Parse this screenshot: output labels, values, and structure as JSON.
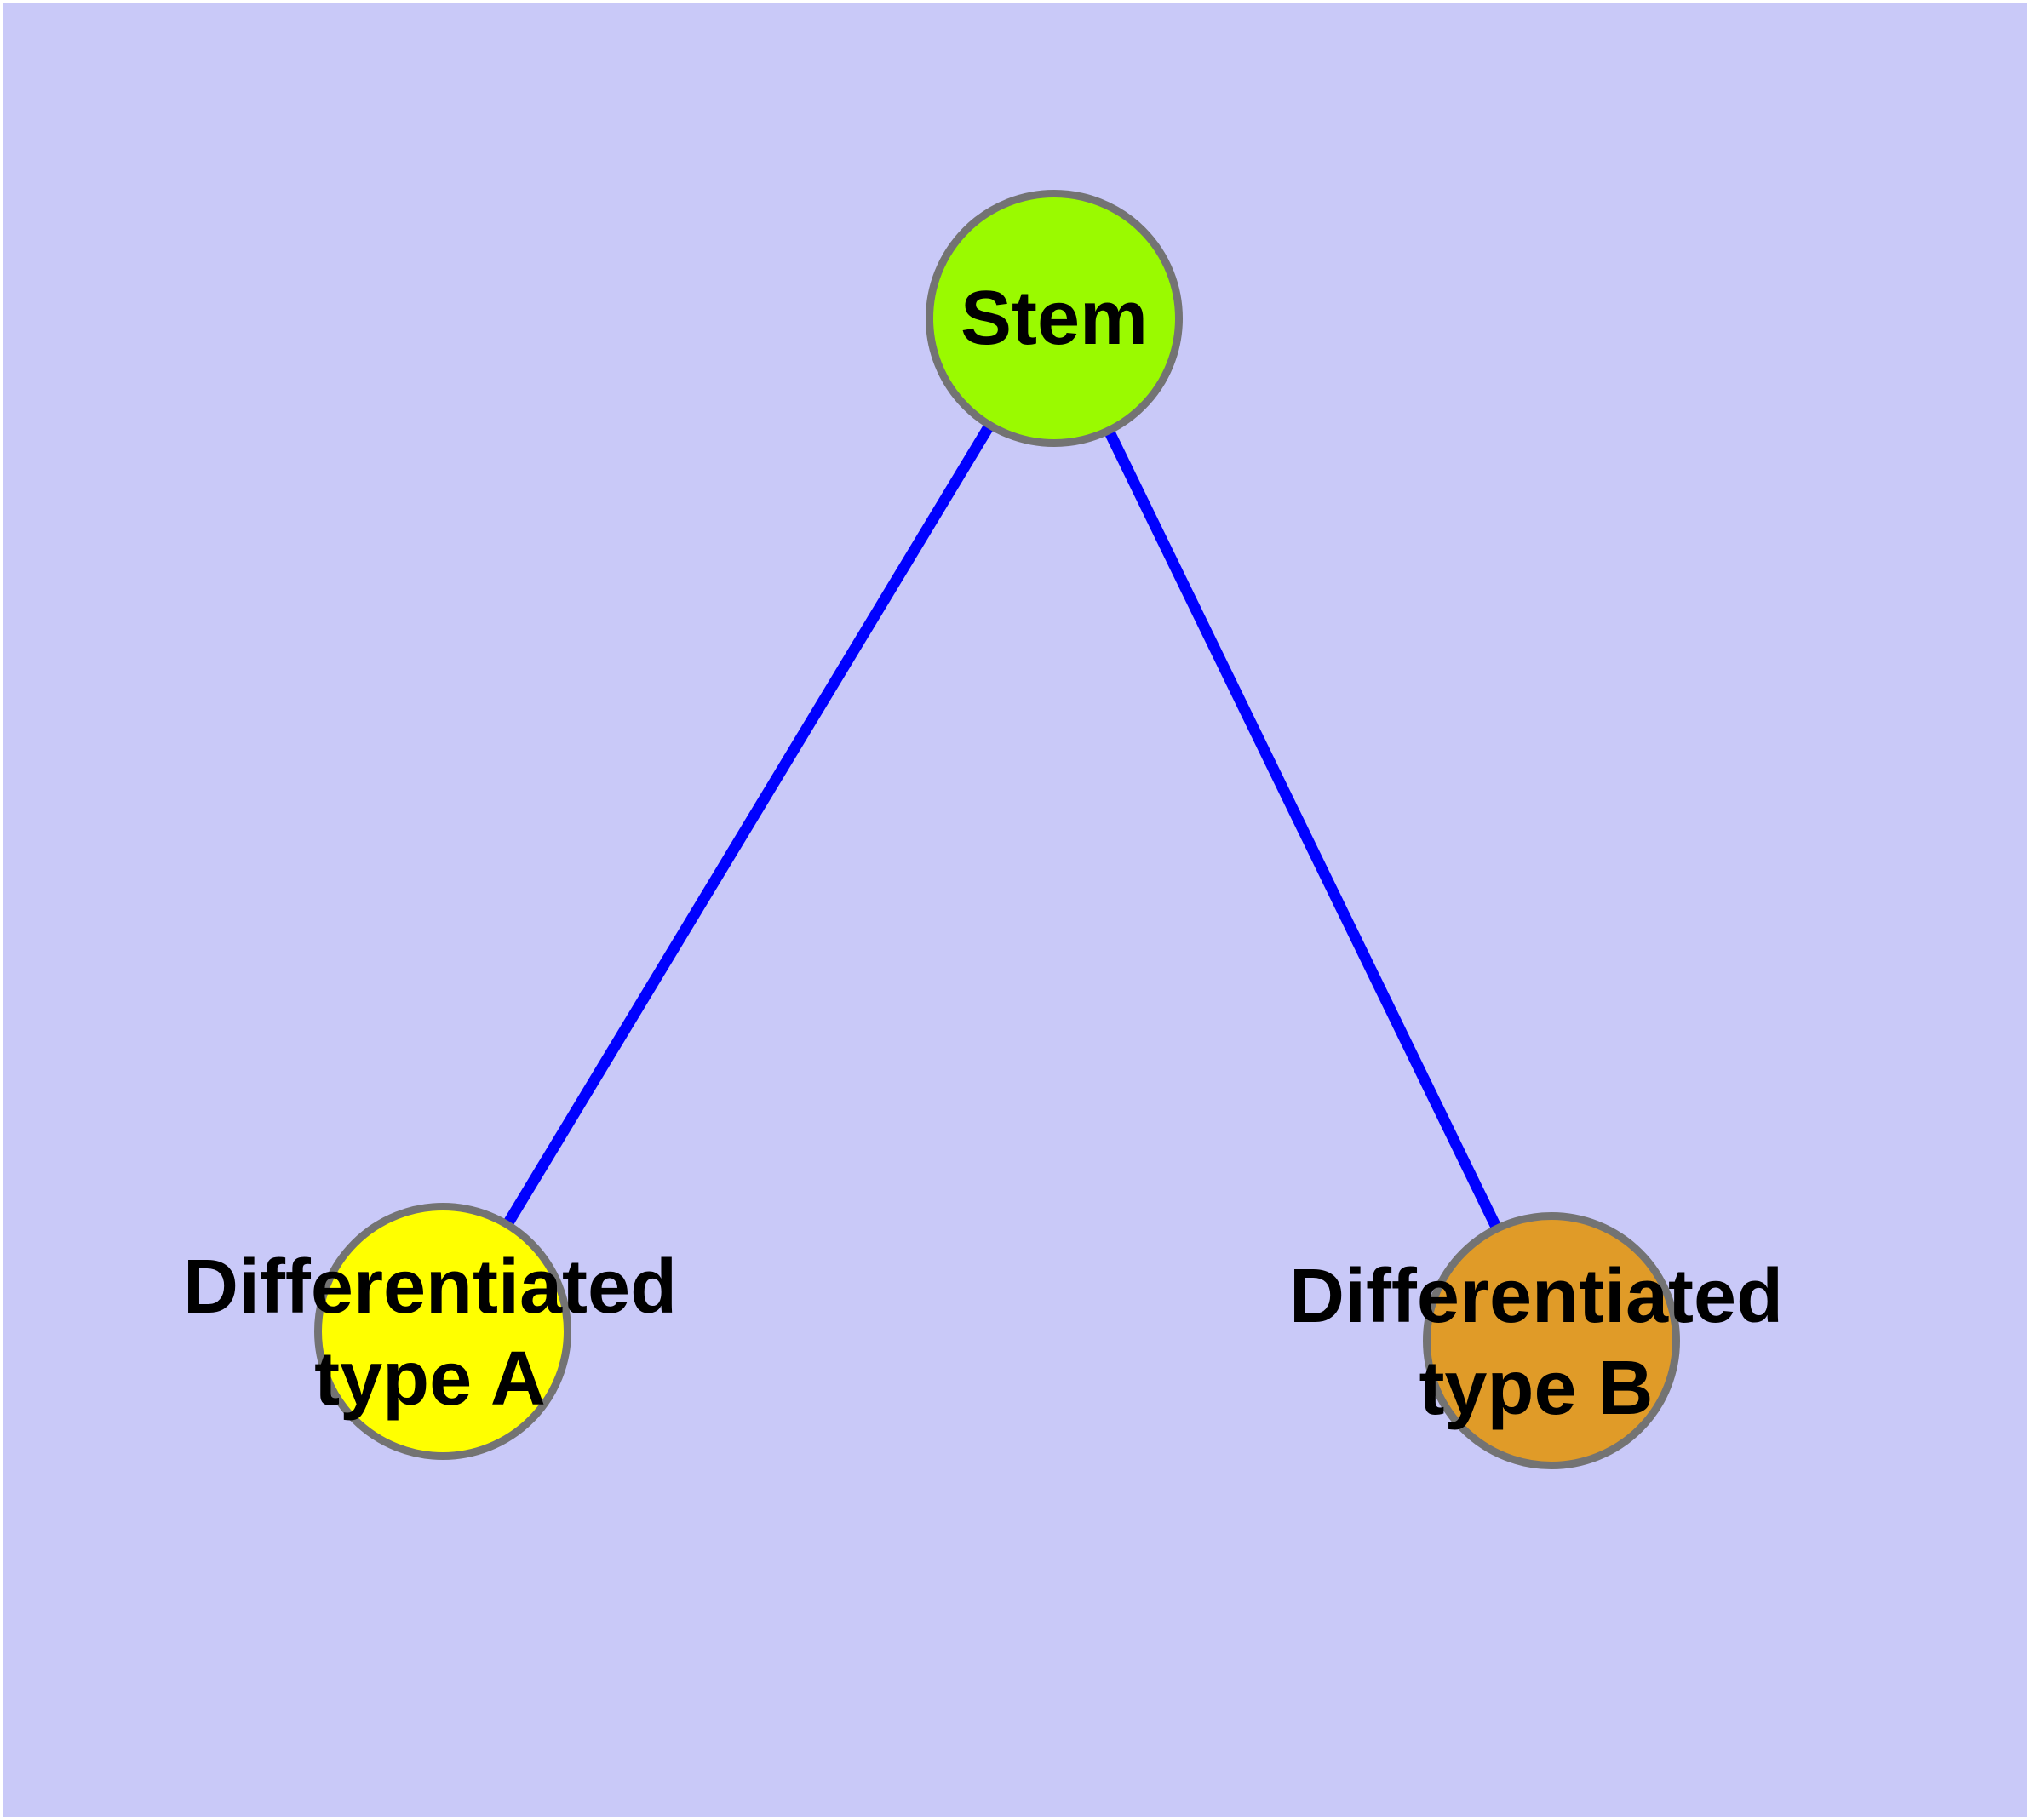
{
  "diagram": {
    "background_color": "#C9C9F8",
    "frame_color": "#FFFFFF",
    "edge_color": "#0000FF",
    "node_border_color": "#737373",
    "text_color": "#000000",
    "nodes": [
      {
        "id": "stem",
        "lines": [
          "Stem"
        ],
        "fill": "#9AFA00"
      },
      {
        "id": "differentiated-type-a",
        "lines": [
          "Differentiated",
          "type A"
        ],
        "fill": "#FFFF00"
      },
      {
        "id": "differentiated-type-b",
        "lines": [
          "Differentiated",
          "type B"
        ],
        "fill": "#E09B28"
      }
    ],
    "edges": [
      {
        "from": "stem",
        "to": "differentiated-type-a"
      },
      {
        "from": "stem",
        "to": "differentiated-type-b"
      }
    ]
  }
}
